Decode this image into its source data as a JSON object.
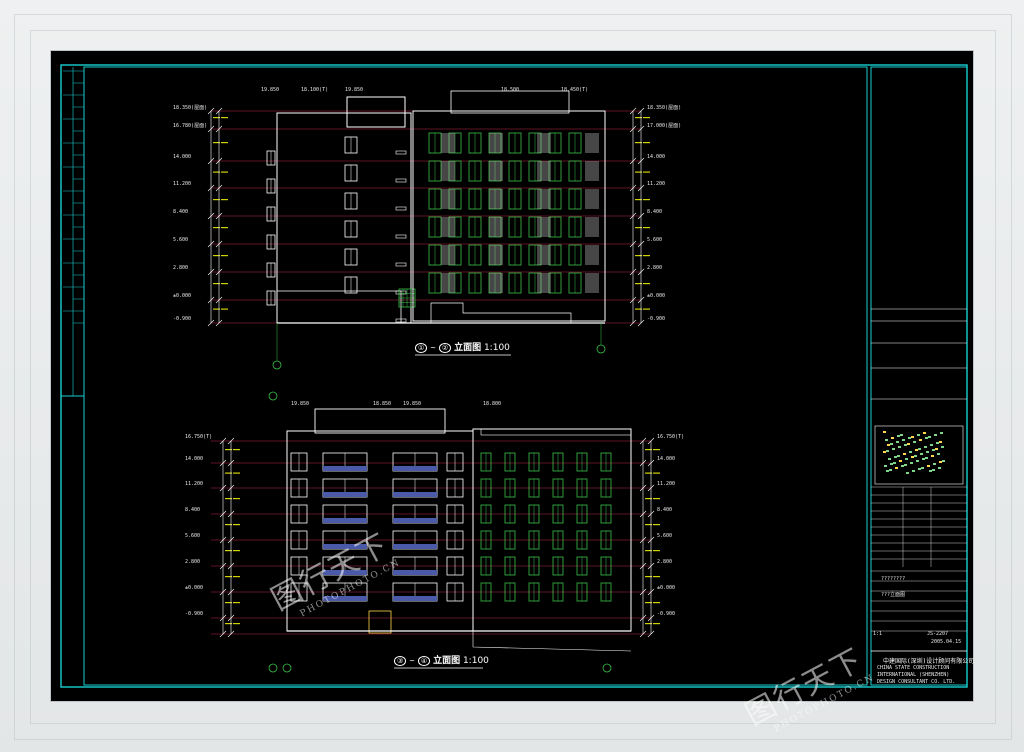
{
  "colors": {
    "frame": "#18d0d0",
    "grid": "#c0284a",
    "green": "#3cc24a",
    "white": "#ffffff",
    "dim": "#d2d200"
  },
  "top_drawing": {
    "caption_marks": [
      "①",
      "②"
    ],
    "caption_text": "立面图",
    "caption_scale": "1:100",
    "axis_left": "①",
    "axis_right": "②",
    "levels_left": [
      "18.350(屋面)",
      "16.780(屋面)",
      "14.000",
      "11.200",
      "8.400",
      "5.600",
      "2.800",
      "±0.000",
      "-0.900"
    ],
    "levels_right": [
      "18.350(屋面)",
      "17.000(屋面)",
      "14.000",
      "11.200",
      "8.400",
      "5.600",
      "2.800",
      "±0.000",
      "-0.900"
    ],
    "top_marks": [
      "19.850",
      "18.100(T)",
      "19.850",
      "18.500",
      "18.450(T)"
    ]
  },
  "bottom_drawing": {
    "caption_marks": [
      "③",
      "④"
    ],
    "caption_text": "立面图",
    "caption_scale": "1:100",
    "levels_left": [
      "16.750(T)",
      "14.000",
      "11.200",
      "8.400",
      "5.600",
      "2.800",
      "±0.000",
      "-0.900"
    ],
    "levels_right": [
      "16.750(T)",
      "14.000",
      "11.200",
      "8.400",
      "5.600",
      "2.800",
      "±0.000",
      "-0.900"
    ],
    "top_marks": [
      "19.850",
      "18.850",
      "19.850",
      "18.800"
    ]
  },
  "title_block": {
    "company_cn": "中建国际(深圳)设计顾问有限公司",
    "company_en_1": "CHINA STATE CONSTRUCTION",
    "company_en_2": "INTERNATIONAL (SHENZHEN)",
    "company_en_3": "DESIGN CONSULTANT CO. LTD.",
    "project_name": "????????",
    "drawing_title": "???立面图",
    "date": "2005.04.15",
    "sheet_no": "JS-2207",
    "scale_code": "1:1"
  },
  "watermark": {
    "text": "图行天下",
    "sub": "PHOTOPHOTO.CN"
  }
}
